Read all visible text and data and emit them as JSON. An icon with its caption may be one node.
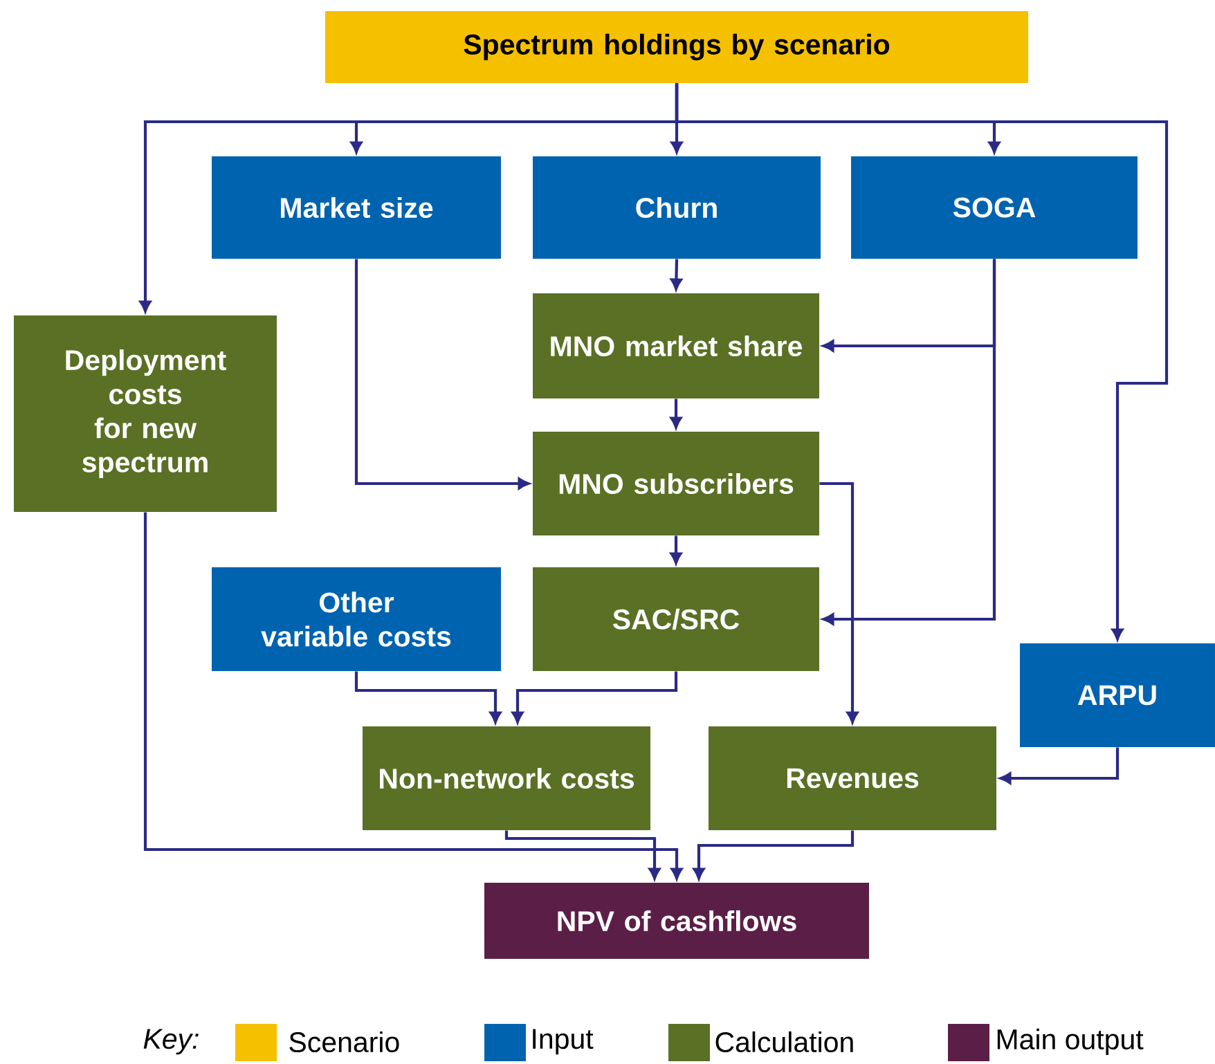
{
  "diagram": {
    "nodes": [
      {
        "text": [
          "Spectrum holdings by scenario"
        ]
      },
      {
        "text": [
          "Market size"
        ]
      },
      {
        "text": [
          "Churn"
        ]
      },
      {
        "text": [
          "SOGA"
        ]
      },
      {
        "text": [
          "Deployment costs for new spectrum"
        ]
      },
      {
        "text": [
          "MNO market share"
        ]
      },
      {
        "text": [
          "MNO subscribers"
        ]
      },
      {
        "text": [
          "Other variable costs"
        ]
      },
      {
        "text": [
          "SAC/SRC"
        ]
      },
      {
        "text": [
          "ARPU"
        ]
      },
      {
        "text": [
          "Non-network costs"
        ]
      },
      {
        "text": [
          "Revenues"
        ]
      },
      {
        "text": [
          "NPV of cashflows"
        ]
      }
    ],
    "edges": [
      {
        "from": 0,
        "to": 1,
        "arrow": "to"
      },
      {
        "from": 0,
        "to": 2,
        "arrow": "to"
      },
      {
        "from": 0,
        "to": 3,
        "arrow": "to"
      },
      {
        "from": 0,
        "to": 4,
        "arrow": "to"
      },
      {
        "from": 0,
        "to": 9,
        "arrow": "to"
      },
      {
        "from": 2,
        "to": 5,
        "arrow": "to"
      },
      {
        "from": 3,
        "to": 5,
        "arrow": "to"
      },
      {
        "from": 5,
        "to": 6,
        "arrow": "to"
      },
      {
        "from": 1,
        "to": 6,
        "arrow": "to"
      },
      {
        "from": 6,
        "to": 8,
        "arrow": "to"
      },
      {
        "from": 3,
        "to": 8,
        "arrow": "to"
      },
      {
        "from": 6,
        "to": 11,
        "arrow": "to"
      },
      {
        "from": 7,
        "to": 10,
        "arrow": "to"
      },
      {
        "from": 8,
        "to": 10,
        "arrow": "to"
      },
      {
        "from": 9,
        "to": 11,
        "arrow": "to"
      },
      {
        "from": 4,
        "to": 12,
        "arrow": "to"
      },
      {
        "from": 10,
        "to": 12,
        "arrow": "to"
      },
      {
        "from": 11,
        "to": 12,
        "arrow": "to"
      }
    ],
    "labels": [
      "Key:"
    ],
    "legend": [
      {
        "text": "Scenario",
        "color": "#f5c000"
      },
      {
        "text": "Input",
        "color": "#0063b0"
      },
      {
        "text": "Calculation",
        "color": "#5a7025"
      },
      {
        "text": "Main output",
        "color": "#5b1f47"
      }
    ]
  }
}
